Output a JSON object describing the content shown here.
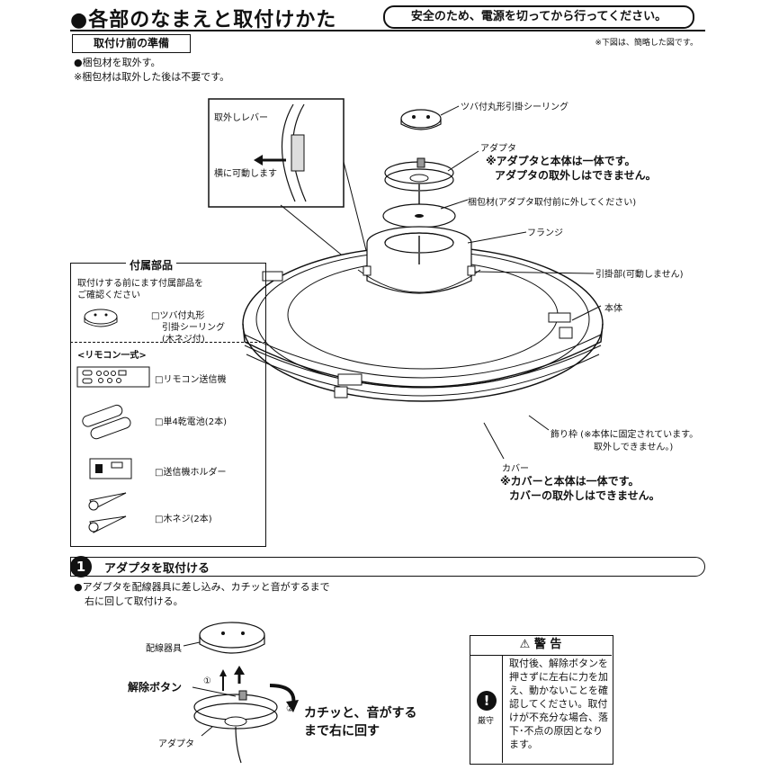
{
  "header": {
    "title": "●各部のなまえと取付けかた",
    "safety_note": "安全のため、電源を切ってから行ってください。"
  },
  "prep": {
    "label": "取付け前の準備",
    "diagram_note": "※下図は、簡略した図です。",
    "line1": "●梱包材を取外す。",
    "line2": "※梱包材は取外した後は不要です。"
  },
  "diagram": {
    "lever": "取外しレバー",
    "move_side": "横に可動します",
    "ceiling_ring": "ツバ付丸形引掛シーリング",
    "adapter": "アダプタ",
    "adapter_note1": "※アダプタと本体は一体です。",
    "adapter_note2": "アダプタの取外しはできません。",
    "packing": "梱包材(アダプタ取付前に外してください)",
    "flange": "フランジ",
    "hook": "引掛部(可動しません)",
    "body": "本体",
    "trim1": "飾り枠 (※本体に固定されています。",
    "trim2": "取外しできません。)",
    "cover": "カバー",
    "cover_note1": "※カバーと本体は一体です。",
    "cover_note2": "カバーの取外しはできません。"
  },
  "accessories": {
    "title": "付属部品",
    "intro1": "取付けする前にます付属部品を",
    "intro2": "ご確認ください",
    "ring1": "□ツバ付丸形",
    "ring2": "引掛シーリング",
    "ring3": "(木ネジ付)",
    "remote_header": "<リモコン一式>",
    "remote": "□リモコン送信機",
    "battery": "□単4乾電池(2本)",
    "holder": "□送信機ホルダー",
    "screws": "□木ネジ(2本)"
  },
  "step1": {
    "number": "1",
    "title": "アダプタを取付ける",
    "line1": "●アダプタを配線器具に差し込み、カチッと音がするまで",
    "line2": "右に回して取付ける。",
    "wiring": "配線器具",
    "release": "解除ボタン",
    "marker1": "①",
    "marker2": "②",
    "click1": "カチッと、音がする",
    "click2": "まで右に回す",
    "adapter": "アダプタ"
  },
  "warning": {
    "header": "⚠ 警 告",
    "must": "厳守",
    "icon": "!",
    "text": "取付後、解除ボタンを押さずに左右に力を加え、動かないことを確認してください。取付けが不充分な場合、落下･不点の原因となります。"
  }
}
